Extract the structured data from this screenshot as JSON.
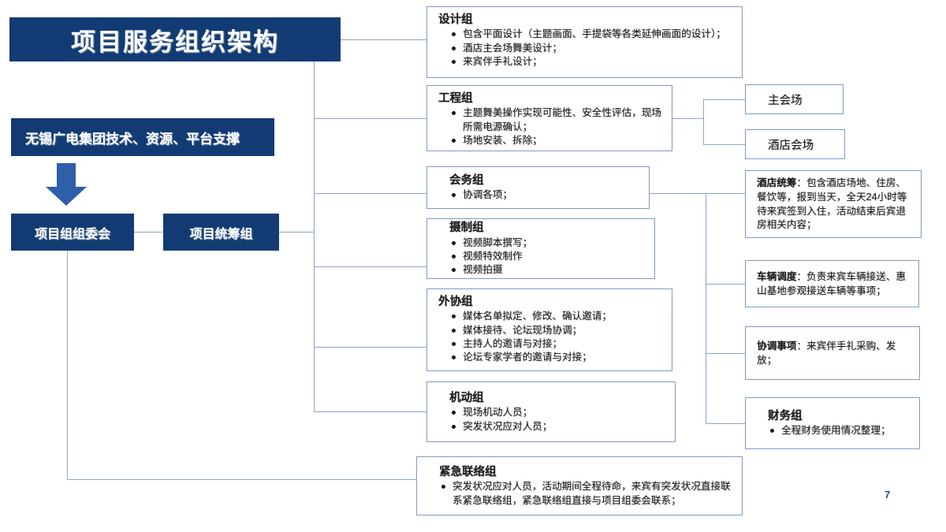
{
  "slide": {
    "title": "项目服务组织架构",
    "page_number": "7",
    "colors": {
      "navy": "#123B73",
      "arrow_blue": "#2E5FA8",
      "line_blue": "#8DA5CC",
      "box_border": "#7E9BC7"
    }
  },
  "nodes": {
    "support": "无锡广电集团技术、资源、平台支撑",
    "committee": "项目组组委会",
    "coordination": "项目统筹组"
  },
  "groups": {
    "design": {
      "title": "设计组",
      "bullets": [
        "包含平面设计（主题画面、手提袋等各类延伸画面的设计）；",
        "酒店主会场舞美设计；",
        "来宾伴手礼设计；"
      ]
    },
    "engineering": {
      "title": "工程组",
      "bullets": [
        "主题舞美操作实现可能性、安全性评估，现场所需电源确认；",
        "场地安装、拆除；"
      ]
    },
    "affairs": {
      "title": "会务组",
      "bullets": [
        "协调各项；"
      ]
    },
    "filming": {
      "title": "摄制组",
      "bullets": [
        "视频脚本撰写；",
        "视频特效制作",
        "视频拍摄"
      ]
    },
    "external": {
      "title": "外协组",
      "bullets": [
        "媒体名单拟定、修改、确认邀请；",
        "媒体接待、论坛现场协调；",
        "主持人的邀请与对接；",
        "论坛专家学者的邀请与对接；"
      ]
    },
    "mobile": {
      "title": "机动组",
      "bullets": [
        "现场机动人员；",
        "突发状况应对人员；"
      ]
    },
    "emergency": {
      "title": "紧急联络组",
      "bullets": [
        "突发状况应对人员，活动期间全程待命，来宾有突发状况直接联系紧急联络组，紧急联络组直接与项目组委会联系；"
      ]
    },
    "finance": {
      "title": "财务组",
      "bullets": [
        "全程财务使用情况整理；"
      ]
    }
  },
  "venues": {
    "main_venue": "主会场",
    "hotel_venue": "酒店会场"
  },
  "details": {
    "hotel_plan": {
      "label": "酒店统筹",
      "text": "：包含酒店场地、住房、餐饮等，报到当天，全天24小时等待来宾签到入住，活动结束后宾退房相关内容；"
    },
    "vehicle": {
      "label": "车辆调度",
      "text": "：负责来宾车辆接送、惠山基地参观接送车辆等事项；"
    },
    "coord_items": {
      "label": "协调事项",
      "text": "：来宾伴手礼采购、发放；"
    }
  }
}
